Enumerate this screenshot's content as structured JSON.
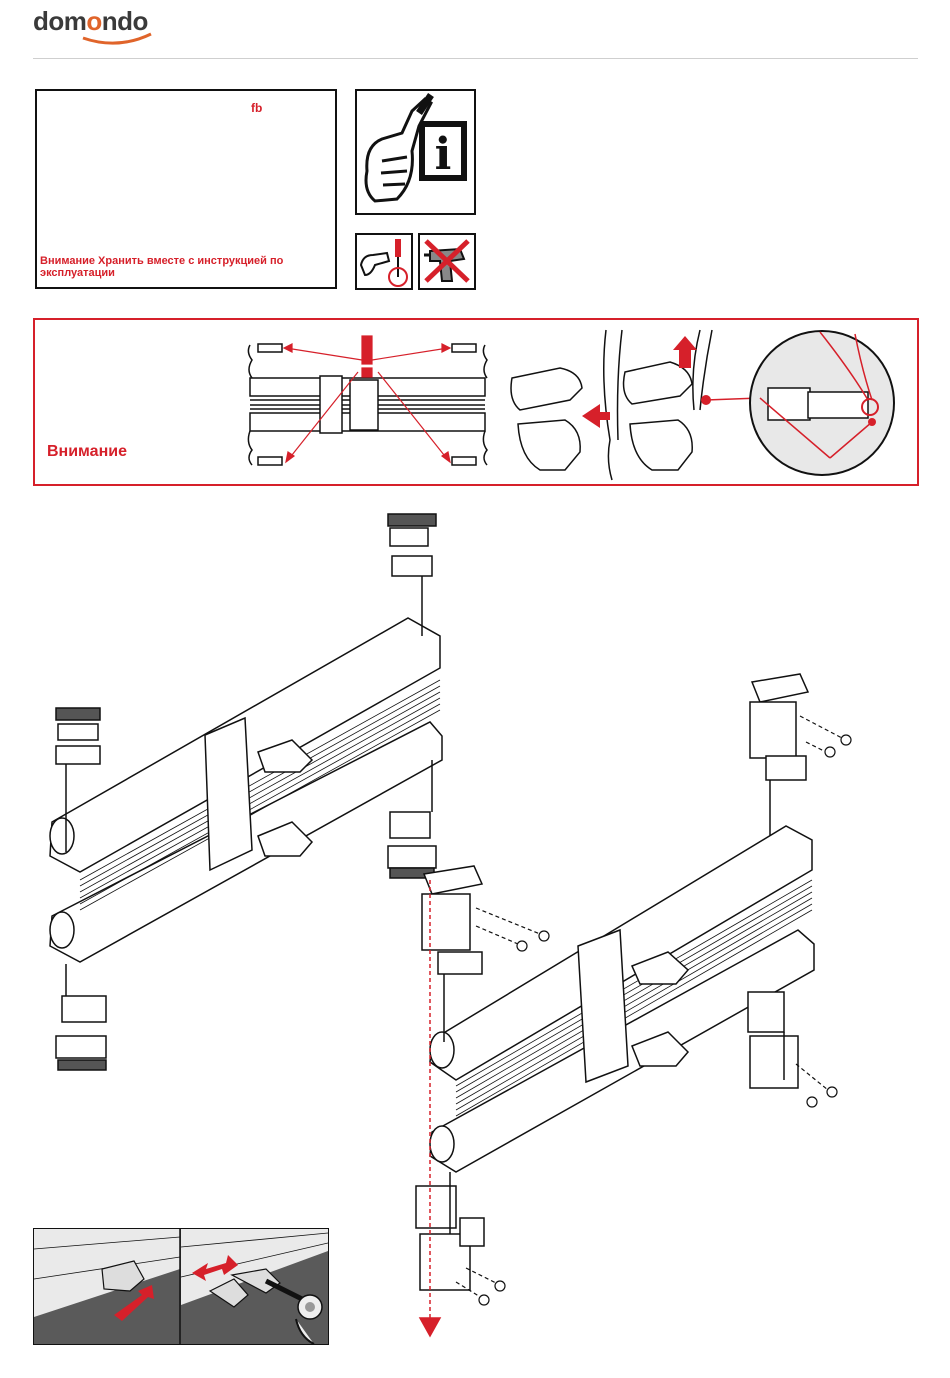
{
  "header": {
    "logo_text_left": "dom",
    "logo_text_mid": "o",
    "logo_text_right": "ndo"
  },
  "note_box": {
    "tag": "fb",
    "warning": "Внимание  Хранить вместе с инструкцией по эксплуатации"
  },
  "attention": {
    "label": "Внимание",
    "mark": "!"
  },
  "colors": {
    "accent": "#d6202a",
    "brand_orange": "#e0642a",
    "line": "#111111"
  },
  "icons": [
    "read-manual-icon",
    "screwdriver-icon",
    "no-power-drill-icon"
  ]
}
